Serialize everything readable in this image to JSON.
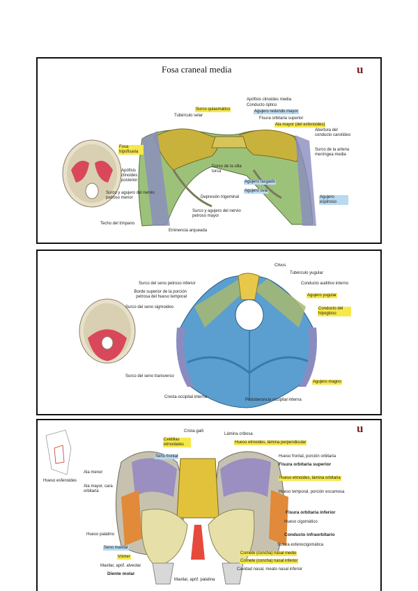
{
  "panel1": {
    "title": "Fosa craneal media",
    "logo": "u",
    "labels": {
      "apofisis_media": "Apófisis clinoides media",
      "conducto_optico": "Conducto óptico",
      "surco_quiasmatico": "Surco quiasmático",
      "agujero_redondo": "Agujero redondo mayor",
      "tuberculo_selar": "Tubérculo selar",
      "fisura_orbitaria": "Fisura orbitaria superior",
      "ala_mayor": "Ala mayor (del esfenoides)",
      "abertura": "Abertura del conducto carotídeo",
      "fosa_hipofisaria": "Fosa hipofisaria",
      "surco_arteria": "Surco de la arteria meníngea media",
      "apofisis_posterior": "Apófisis clinoides posterior",
      "dorso_silla": "Dorso de la silla turca",
      "agujero_rasgado": "Agujero rasgado",
      "surco_menor": "Surco y agujero del nervio petroso menor",
      "depresion": "Depresión trigeminal",
      "agujero_oval": "Agujero oval",
      "agujero_espinoso": "Agujero espinoso",
      "surco_mayor": "Surco y agujero del nervio petroso mayor",
      "techo_timpano": "Techo del tímpano",
      "eminencia": "Eminencia arqueada"
    }
  },
  "panel2": {
    "labels": {
      "clivus": "Clivus",
      "tuberculo_yugular": "Tubérculo yugular",
      "surco_petroso_inf": "Surco del seno petroso inferior",
      "conducto_auditivo": "Conducto auditivo interno",
      "borde_superior": "Borde superior de la porción petrosa del hueso temporal",
      "agujero_yugular": "Agujero yugular",
      "surco_sigmoideo": "Surco del seno sigmoideo",
      "conducto_hipogloso": "Conducto del hipogloso",
      "surco_transverso": "Surco del seno transverso",
      "agujero_magno": "Agujero magno",
      "cresta": "Cresta occipital interna",
      "protuberancia": "Protuberancia occipital interna"
    }
  },
  "panel3": {
    "logo": "u",
    "labels": {
      "crista_galli": "Crista galli",
      "lamina_cribosa": "Lámina cribosa",
      "celdillas": "Celdillas etmoidales",
      "hueso_etmoides_perp": "Hueso etmoides, lámina perpendicular",
      "seno_frontal": "Seno frontal",
      "hueso_frontal": "Hueso frontal, porción orbitaria",
      "fisura_orbitaria_sup": "Fisura orbitaria superior",
      "ala_menor": "Ala menor",
      "hueso_etmoides_orb": "Hueso etmoides, lámina orbitaria",
      "hueso_esfenoides": "Hueso esfenoides",
      "ala_mayor": "Ala mayor, cara orbitaria",
      "hueso_temporal": "Hueso temporal, porción escamosa",
      "fisura_orbitaria_inf": "Fisura orbitaria inferior",
      "hueso_cigomatico": "Hueso cigomático",
      "hueso_palatino": "Hueso palatino",
      "conducto_infraorbitario": "Conducto infraorbitario",
      "sutura": "Sutura esfenocigomática",
      "seno_maxilar": "Seno maxilar",
      "concha_media": "Cornete (concha) nasal medio",
      "vomer": "Vómer",
      "concha_inferior": "Cornete (concha) nasal inferior",
      "maxilar_alveolar": "Maxilar, apóf. alveolar",
      "cavidad_nasal": "Cavidad nasal, meato nasal inferior",
      "diente_molar": "Diente molar",
      "maxilar_palatina": "Maxilar, apóf. palatina"
    }
  }
}
